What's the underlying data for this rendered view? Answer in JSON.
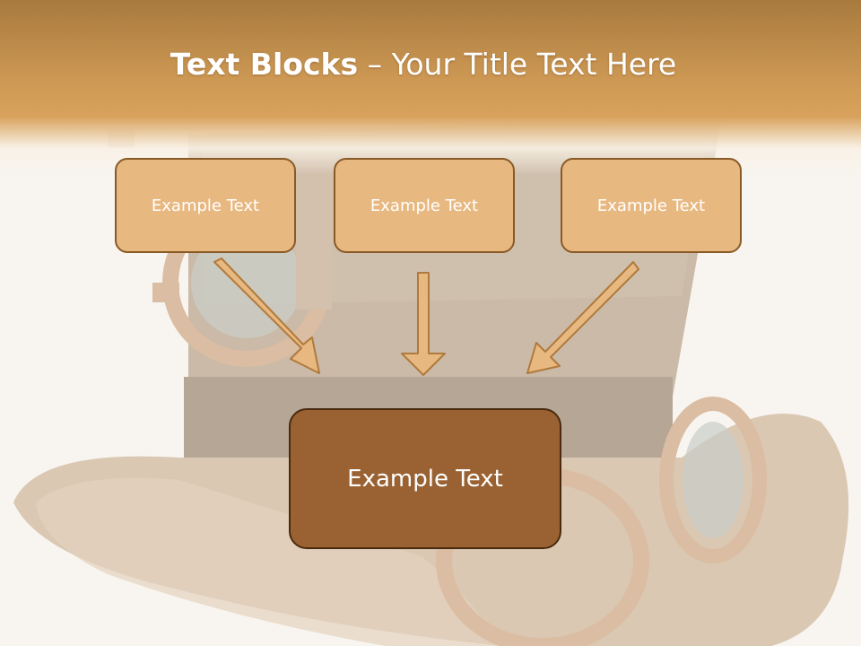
{
  "slide": {
    "title_bold": "Text Blocks",
    "title_separator": " – ",
    "title_rest": "Your Title Text Here"
  },
  "blocks": {
    "top": [
      {
        "label": "Example Text"
      },
      {
        "label": "Example Text"
      },
      {
        "label": "Example Text"
      }
    ],
    "bottom": {
      "label": "Example Text"
    }
  },
  "colors": {
    "header": "#d39d58",
    "top_box_fill": "#e8b881",
    "top_box_border": "#8a5a26",
    "bottom_box_fill": "#9a6232",
    "arrow_fill": "#e8b881",
    "arrow_stroke": "#b07a3c"
  }
}
